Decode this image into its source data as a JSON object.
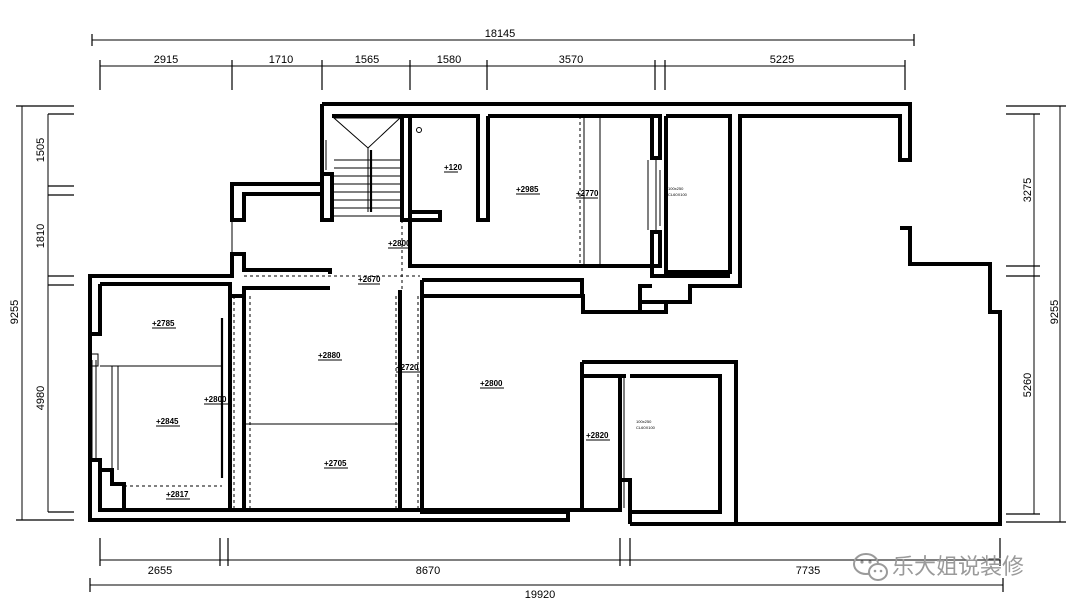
{
  "dimensions": {
    "top_total": "18145",
    "top_segments": [
      "2915",
      "1710",
      "1565",
      "1580",
      "3570",
      "5225"
    ],
    "bottom_total": "19920",
    "bottom_segments": [
      "2655",
      "8670",
      "7735"
    ],
    "left_total": "9255",
    "left_segments": [
      "1505",
      "1810",
      "4980"
    ],
    "right_total": "9255",
    "right_segments": [
      "3275",
      "5260"
    ]
  },
  "elevations": {
    "e1": "+120",
    "e2": "+2985",
    "e3": "+2770",
    "e4": "+2800",
    "e5": "+2670",
    "e6": "+2785",
    "e7": "+2880",
    "e8": "+2720",
    "e9": "+2800",
    "e10": "+2845",
    "e11": "+2800",
    "e12": "+2705",
    "e13": "+2817",
    "e14": "+2820"
  },
  "notes": {
    "n1a": "100x250",
    "n1b": "CL60X100",
    "n2a": "100x250",
    "n2b": "CL60X100"
  },
  "watermark": {
    "text": "乐大姐说装修",
    "icon": "wechat-icon"
  }
}
